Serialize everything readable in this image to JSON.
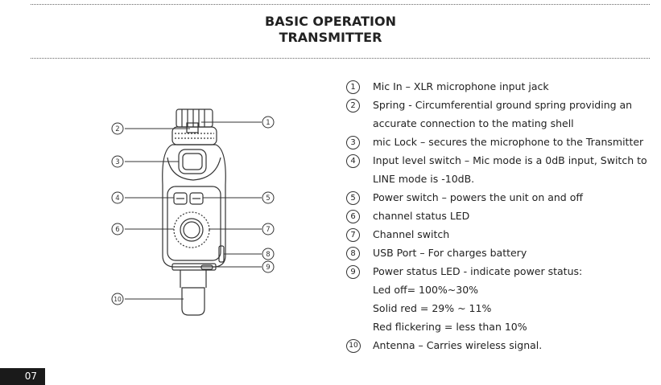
{
  "header": {
    "title_line1": "BASIC OPERATION",
    "title_line2": "TRANSMITTER"
  },
  "diagram": {
    "callouts": [
      "1",
      "2",
      "3",
      "4",
      "5",
      "6",
      "7",
      "8",
      "9",
      "10"
    ]
  },
  "items": [
    {
      "num": "1",
      "lines": [
        "Mic In – XLR microphone input jack"
      ]
    },
    {
      "num": "2",
      "lines": [
        "Spring - Circumferential ground spring providing an",
        "accurate connection to the mating shell"
      ]
    },
    {
      "num": "3",
      "lines": [
        "mic Lock – secures the microphone to the Transmitter"
      ]
    },
    {
      "num": "4",
      "lines": [
        "Input level switch – Mic mode is a 0dB input, Switch to",
        "LINE mode is -10dB."
      ]
    },
    {
      "num": "5",
      "lines": [
        "Power switch – powers the unit on and off"
      ]
    },
    {
      "num": "6",
      "lines": [
        "channel status LED"
      ]
    },
    {
      "num": "7",
      "lines": [
        "Channel switch"
      ]
    },
    {
      "num": "8",
      "lines": [
        "USB Port – For charges battery"
      ]
    },
    {
      "num": "9",
      "lines": [
        "Power status LED - indicate power status:",
        "Led off= 100%~30%",
        "Solid red = 29% ~ 11%",
        "Red flickering = less than 10%"
      ]
    },
    {
      "num": "10",
      "lines": [
        "Antenna – Carries wireless signal."
      ]
    }
  ],
  "footer": {
    "page_number": "07"
  }
}
